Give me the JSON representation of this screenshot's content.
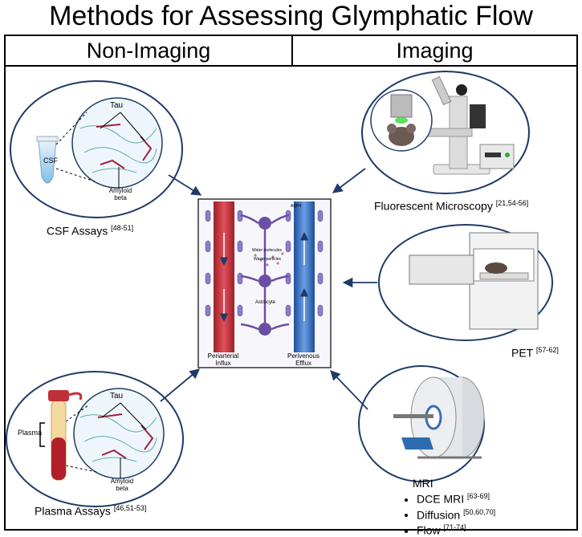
{
  "title": "Methods for Assessing Glymphatic Flow",
  "headers": {
    "non_imaging": "Non-Imaging",
    "imaging": "Imaging"
  },
  "methods": {
    "csf": {
      "label": "CSF Assays",
      "refs": "[48-51]",
      "tube_label": "CSF",
      "tau": "Tau",
      "amyloid": "Amyloid",
      "amyloid2": "beta"
    },
    "plasma": {
      "label": "Plasma Assays",
      "refs": "[46,51-53]",
      "tube_label": "Plasma",
      "tau": "Tau",
      "amyloid": "Amyloid",
      "amyloid2": "beta"
    },
    "microscopy": {
      "label": "Fluorescent Microscopy",
      "refs": "[21,54-56]"
    },
    "pet": {
      "label": "PET",
      "refs": "[57-62]"
    },
    "mri": {
      "label": "MRI",
      "items": [
        {
          "label": "DCE MRI",
          "refs": "[63-69]"
        },
        {
          "label": "Diffusion",
          "refs": "[50,60,70]"
        },
        {
          "label": "Flow",
          "refs": "[71-74]"
        }
      ]
    }
  },
  "center": {
    "periarterial_1": "Periarterial",
    "periarterial_2": "Influx",
    "perivenous_1": "Perivenous",
    "perivenous_2": "Efflux",
    "astrocyte": "Astrocyte",
    "aqp4": "AQP4",
    "water": "Water molecules",
    "waste": "Waste particles"
  },
  "colors": {
    "artery": "#c8313b",
    "vein": "#3a72c4",
    "astrocyte": "#6b4fa3",
    "arrow": "#1f3a66"
  }
}
